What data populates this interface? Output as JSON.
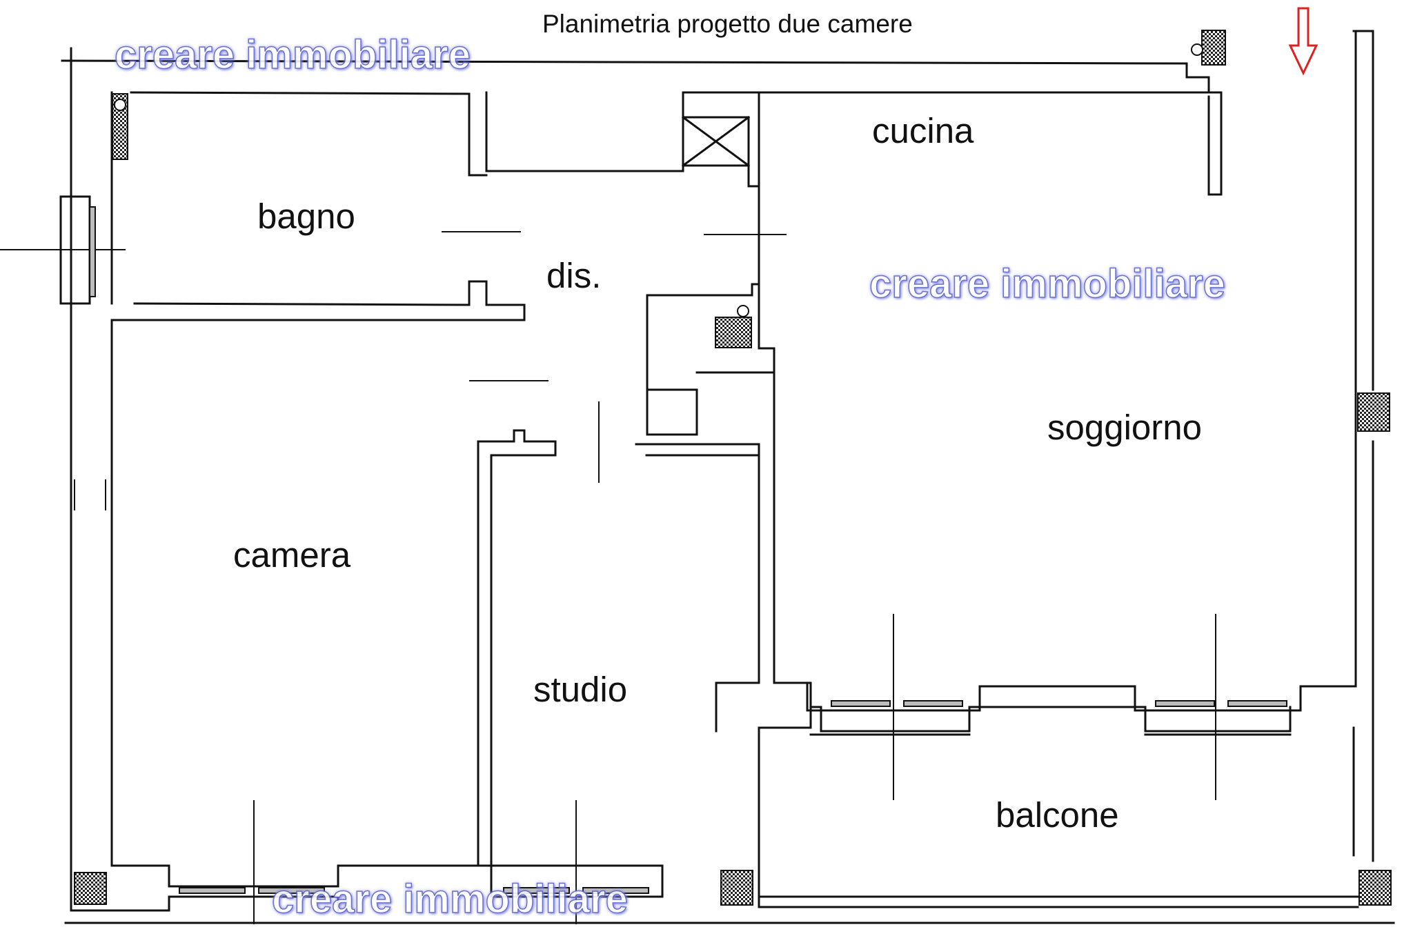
{
  "title": "Planimetria progetto due camere",
  "rooms": {
    "bagno": "bagno",
    "cucina": "cucina",
    "disimpegno": "dis.",
    "soggiorno": "soggiorno",
    "camera": "camera",
    "studio": "studio",
    "balcone": "balcone"
  },
  "watermark": "creare immobiliare",
  "colors": {
    "wall": "#111111",
    "watermark": "#5b63c9",
    "entrance_arrow": "#e02020"
  },
  "icons": {
    "entrance": "down-arrow-icon"
  }
}
